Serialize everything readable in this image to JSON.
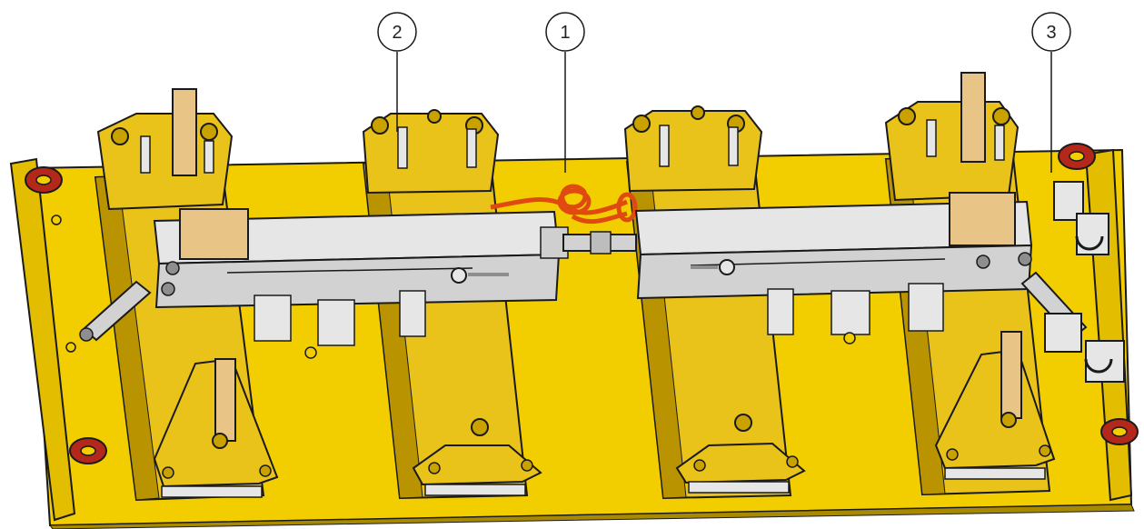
{
  "callouts": [
    {
      "label": "1"
    },
    {
      "label": "2"
    },
    {
      "label": "3"
    }
  ],
  "colors": {
    "plate": "#f2cd00",
    "plate_edge": "#a88a00",
    "bracket": "#e9c21a",
    "bracket_shadow": "#b99400",
    "steel": "#e6e6e6",
    "steel_shadow": "#8e8e8e",
    "copper_pad": "#e8c486",
    "hose": "#e04a10",
    "ring": "#b4271b",
    "outline": "#1a1a1a"
  }
}
